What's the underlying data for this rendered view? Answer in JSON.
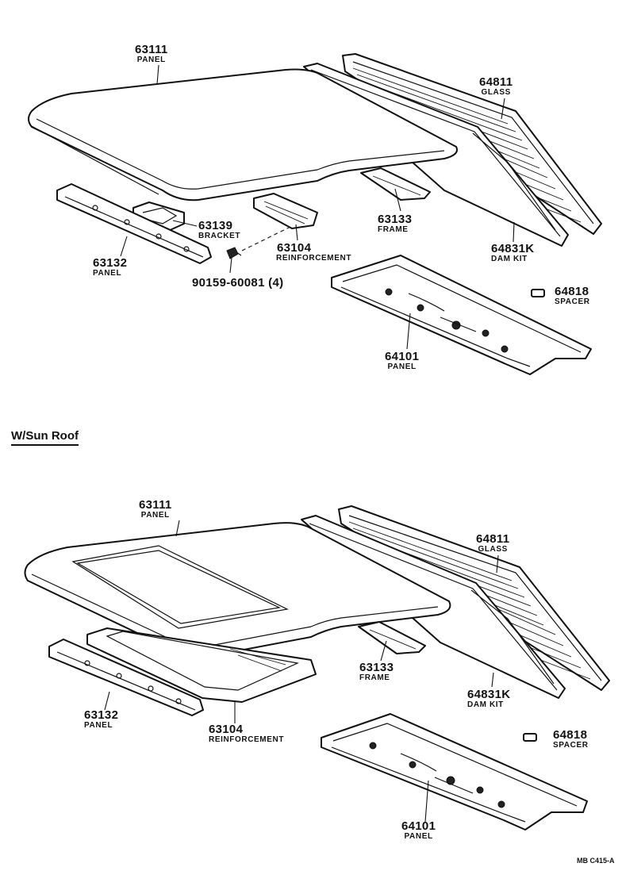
{
  "section_title": "W/Sun Roof",
  "ref_code": "MB C415-A",
  "top": {
    "p63111": {
      "num": "63111",
      "name": "PANEL"
    },
    "p64811": {
      "num": "64811",
      "name": "GLASS"
    },
    "p63139": {
      "num": "63139",
      "name": "BRACKET"
    },
    "p63133": {
      "num": "63133",
      "name": "FRAME"
    },
    "p63132": {
      "num": "63132",
      "name": "PANEL"
    },
    "p63104": {
      "num": "63104",
      "name": "REINFORCEMENT"
    },
    "p64831": {
      "num": "64831K",
      "name": "DAM KIT"
    },
    "p90159": {
      "num": "90159-60081 (4)"
    },
    "p64818": {
      "num": "64818",
      "name": "SPACER"
    },
    "p64101": {
      "num": "64101",
      "name": "PANEL"
    }
  },
  "bottom": {
    "p63111": {
      "num": "63111",
      "name": "PANEL"
    },
    "p64811": {
      "num": "64811",
      "name": "GLASS"
    },
    "p63133": {
      "num": "63133",
      "name": "FRAME"
    },
    "p63132": {
      "num": "63132",
      "name": "PANEL"
    },
    "p63104": {
      "num": "63104",
      "name": "REINFORCEMENT"
    },
    "p64831": {
      "num": "64831K",
      "name": "DAM KIT"
    },
    "p64818": {
      "num": "64818",
      "name": "SPACER"
    },
    "p64101": {
      "num": "64101",
      "name": "PANEL"
    }
  }
}
